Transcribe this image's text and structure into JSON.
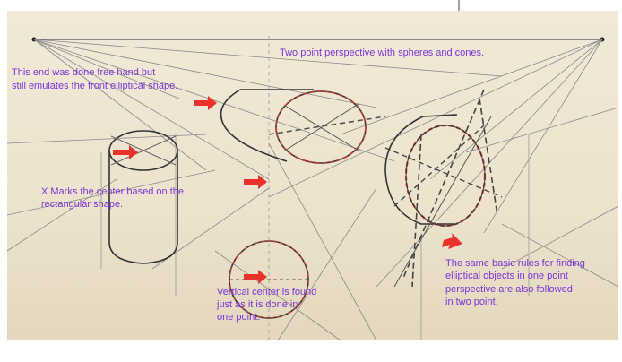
{
  "title": "Two point perspective with spheres and cones.",
  "annotations": {
    "free_hand": [
      "This end was done free hand but",
      "still emulates the front elliptical shape."
    ],
    "x_marks": [
      "X Marks the center based on the",
      "rectangular shape."
    ],
    "same_rules": [
      "The same basic rules for finding",
      "elliptical objects in one point",
      "perspective are also followed",
      "in two point."
    ],
    "vertical_center": [
      "Vertical center is found",
      "just as it is done in",
      "one point."
    ]
  },
  "colors": {
    "paper": "#efe6d3",
    "pencil": "#3a3a3a",
    "construction": "#7d7d7d",
    "arrow": "#e8322b",
    "note": "#7a35d6",
    "dashed_ellipse": "#b5413a"
  }
}
